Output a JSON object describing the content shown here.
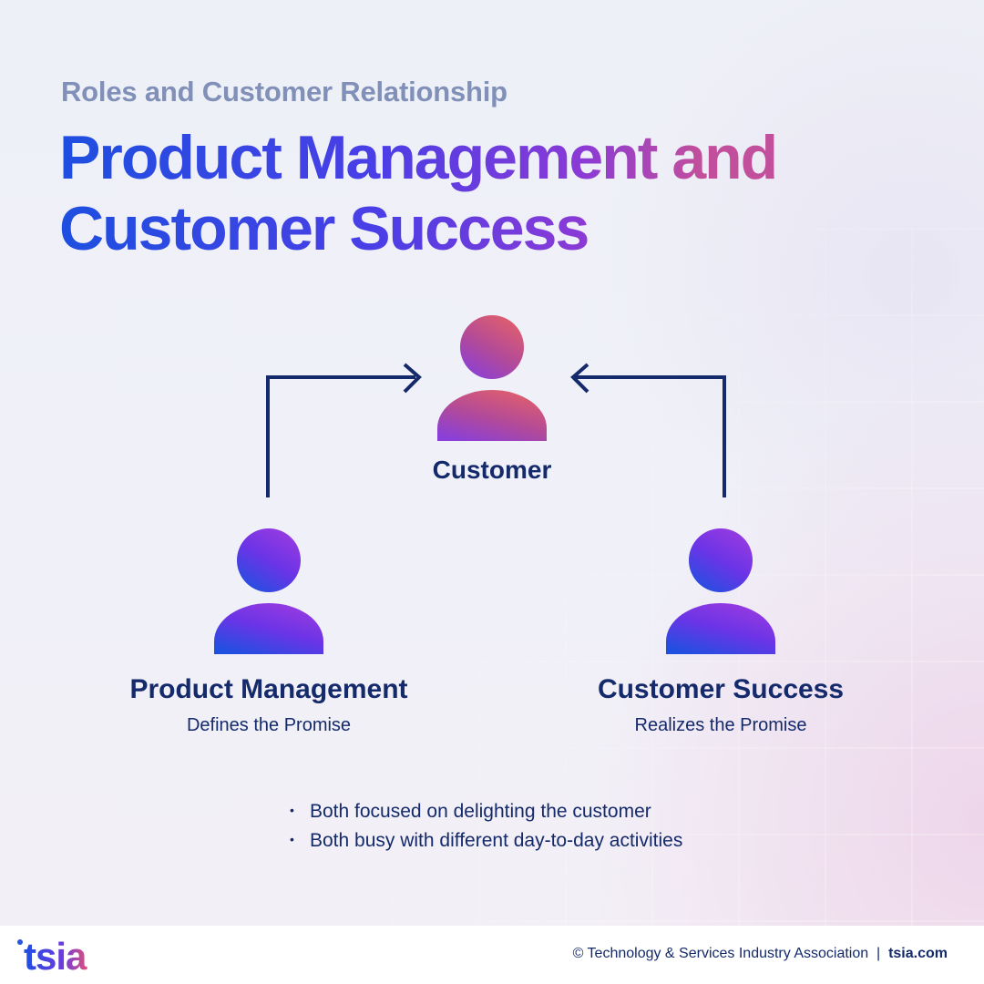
{
  "header": {
    "subtitle": "Roles and Customer Relationship",
    "title_line1": "Product Management and",
    "title_line2": "Customer Success"
  },
  "diagram": {
    "nodes": [
      {
        "id": "customer",
        "label": "Customer",
        "description": ""
      },
      {
        "id": "product-management",
        "label": "Product Management",
        "description": "Defines the Promise"
      },
      {
        "id": "customer-success",
        "label": "Customer Success",
        "description": "Realizes the Promise"
      }
    ],
    "edges": [
      {
        "from": "product-management",
        "to": "customer"
      },
      {
        "from": "customer-success",
        "to": "customer"
      }
    ]
  },
  "bullets": [
    "Both focused on delighting the customer",
    "Both busy with different day-to-day activities"
  ],
  "footer": {
    "logo_text": "tsia",
    "copyright": "© Technology & Services Industry Association",
    "separator": "|",
    "url": "tsia.com"
  },
  "colors": {
    "navy": "#142a6b",
    "blue": "#1d4fe0",
    "purple": "#7a35e0",
    "pink": "#e05a6e"
  }
}
